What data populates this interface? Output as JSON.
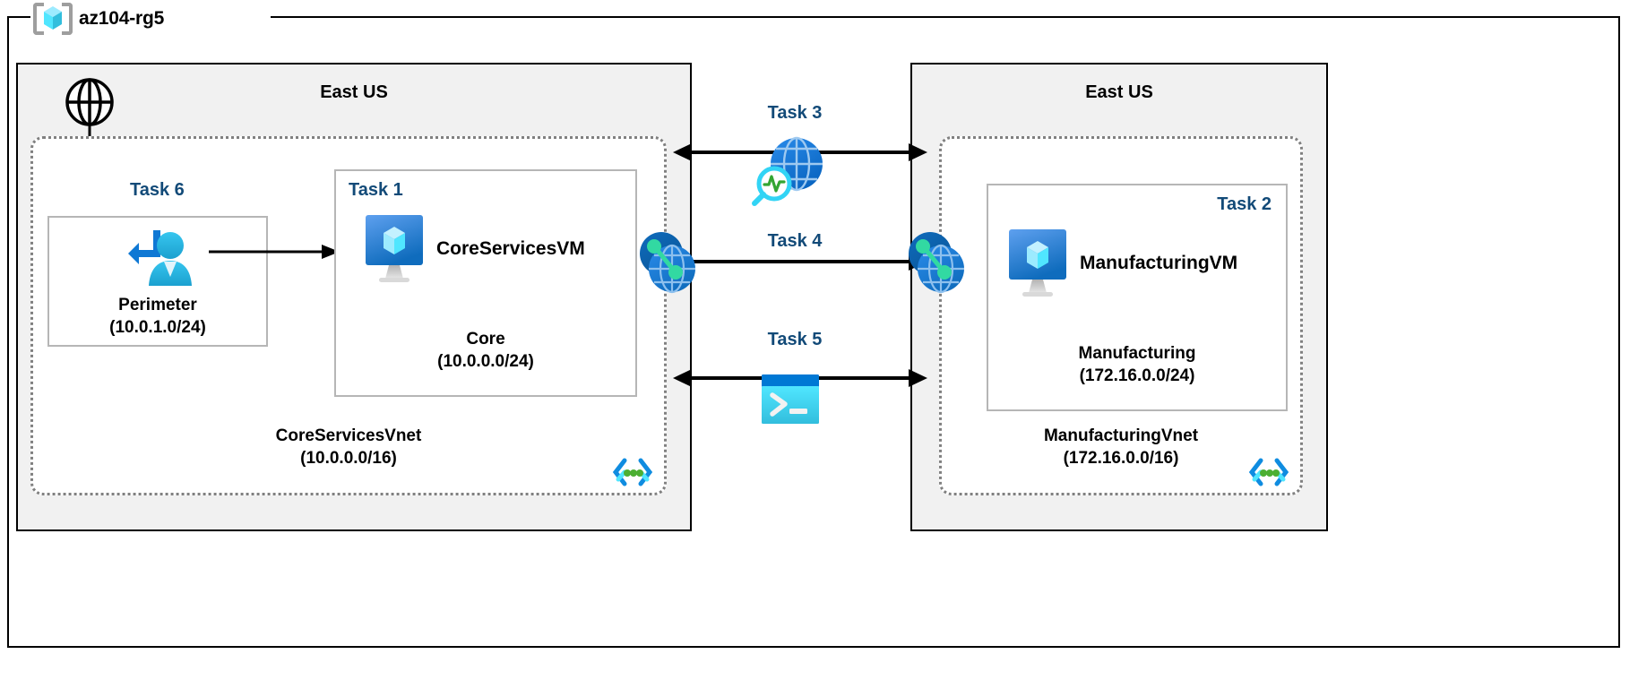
{
  "resource_group": {
    "name": "az104-rg5",
    "icon": "resource-group-cube-icon"
  },
  "regions": [
    {
      "id": "left",
      "title": "East US",
      "vnet": {
        "name": "CoreServicesVnet",
        "cidr": "(10.0.0.0/16)",
        "corner_icon": "vnet-brackets-icon"
      },
      "subnets": [
        {
          "id": "perimeter",
          "task": "Task 6",
          "name": "Perimeter",
          "cidr": "(10.0.1.0/24)",
          "icon": "bastion-user-icon"
        },
        {
          "id": "core",
          "task": "Task 1",
          "name": "Core",
          "cidr": "(10.0.0.0/24)",
          "vm_name": "CoreServicesVM",
          "icon": "virtual-machine-icon"
        }
      ]
    },
    {
      "id": "right",
      "title": "East US",
      "vnet": {
        "name": "ManufacturingVnet",
        "cidr": "(172.16.0.0/16)",
        "corner_icon": "vnet-brackets-icon"
      },
      "subnets": [
        {
          "id": "manufacturing",
          "task": "Task 2",
          "name": "Manufacturing",
          "cidr": "(172.16.0.0/24)",
          "vm_name": "ManufacturingVM",
          "icon": "virtual-machine-icon"
        }
      ]
    }
  ],
  "internet": {
    "icon": "globe-internet-icon"
  },
  "flows": [
    {
      "id": "task3",
      "label": "Task 3",
      "icon": "network-watcher-icon"
    },
    {
      "id": "task4",
      "label": "Task 4",
      "icon": "vnet-peering-icon"
    },
    {
      "id": "task5",
      "label": "Task 5",
      "icon": "cloud-shell-icon"
    }
  ],
  "peering_icons": [
    {
      "id": "peering-left",
      "icon": "vnet-peering-icon"
    },
    {
      "id": "peering-right",
      "icon": "vnet-peering-icon"
    }
  ],
  "colors": {
    "task_label": "#124a78",
    "region_fill": "#f1f1f1",
    "region_border": "#000000",
    "vnet_border": "#808080",
    "subnet_border": "#b6b6b6",
    "azure_blue": "#0078d4",
    "azure_cyan": "#50e6ff",
    "peering_green": "#32d9a2",
    "bracket_gray": "#9e9e9e"
  }
}
